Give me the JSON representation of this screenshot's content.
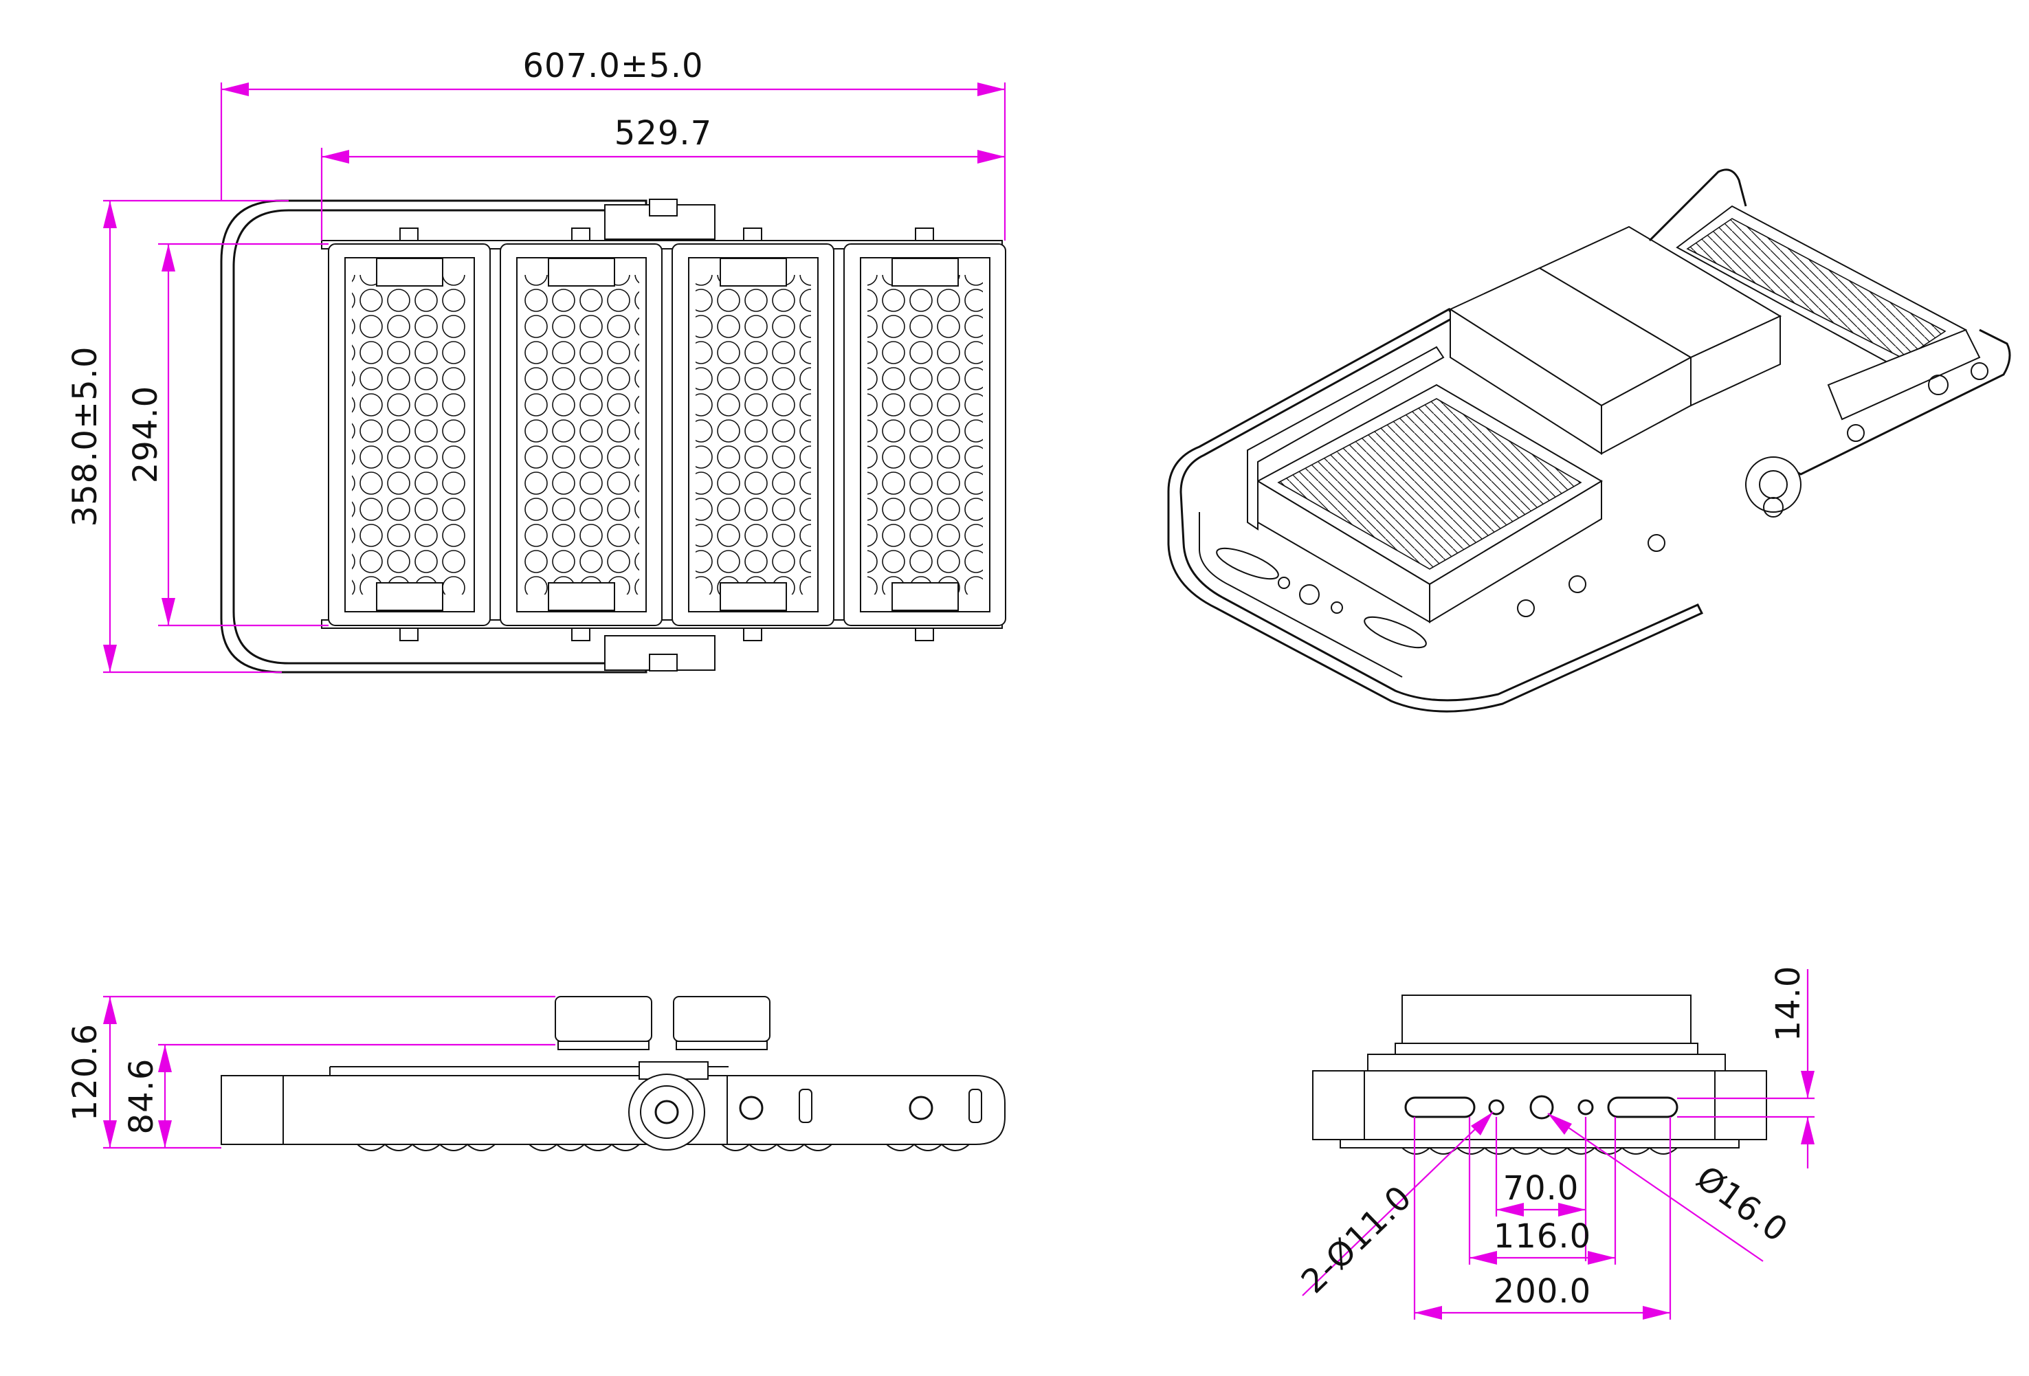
{
  "colors": {
    "outline": "#111111",
    "dimension": "#e600e6",
    "background": "#ffffff"
  },
  "dimensions": {
    "top_view": {
      "overall_width": "607.0±5.0",
      "module_width": "529.7",
      "overall_height": "358.0±5.0",
      "module_height": "294.0"
    },
    "side_view": {
      "overall_height": "120.6",
      "body_height": "84.6"
    },
    "end_view": {
      "top_offset": "14.0",
      "hole_pitch_inner": "70.0",
      "hole_pitch_middle": "116.0",
      "slot_pitch_outer": "200.0",
      "small_holes": "2-Ø11.0",
      "center_hole": "Ø16.0"
    }
  }
}
